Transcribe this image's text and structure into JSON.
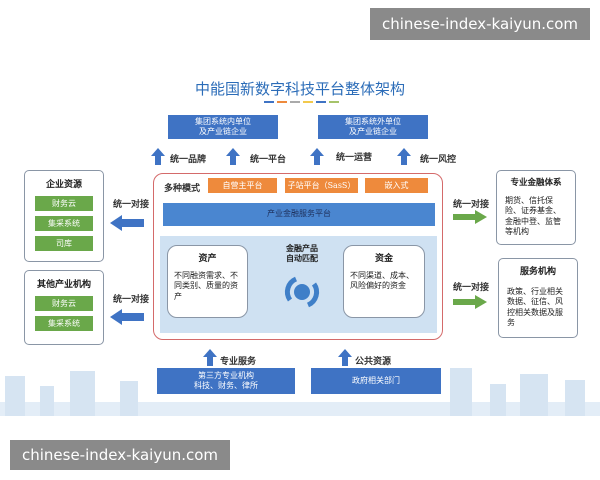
{
  "watermark": "chinese-index-kaiyun.com",
  "title": "中能国新数字科技平台整体架构",
  "title_color": "#2b6cb8",
  "top_boxes": [
    "集团系统内单位\n及产业链企业",
    "集团系统外单位\n及产业链企业"
  ],
  "top_labels": [
    "统一品牌",
    "统一平台",
    "统一运营",
    "统一风控"
  ],
  "modes": {
    "label": "多种模式",
    "items": [
      "自营主平台",
      "子站平台（SasS）",
      "嵌入式"
    ]
  },
  "platform": "产业金融服务平台",
  "asset": {
    "title": "资产",
    "desc": "不同融资需求、不同类别、质量的资产"
  },
  "fund": {
    "title": "资金",
    "desc": "不同渠道、成本、风险偏好的资金"
  },
  "match": "金融产品自动匹配",
  "left_panels": [
    {
      "title": "企业资源",
      "items": [
        "财务云",
        "集采系统",
        "司库"
      ]
    },
    {
      "title": "其他产业机构",
      "items": [
        "财务云",
        "集采系统"
      ]
    }
  ],
  "connect_label": "统一对接",
  "right_panels": [
    {
      "title": "专业金融体系",
      "desc": "期货、信托保险、证券基金、金融中登、监管等机构"
    },
    {
      "title": "服务机构",
      "desc": "政策、行业相关数据、征信、风控相关数据及服务"
    }
  ],
  "bottom": {
    "labels": [
      "专业服务",
      "公共资源"
    ],
    "boxes": [
      "第三方专业机构\n科技、财务、律所",
      "政府相关部门"
    ]
  },
  "colors": {
    "blue": "#3f73c4",
    "orange": "#ee8a3c",
    "green": "#6aa84a",
    "frame": "#d46a6a"
  }
}
